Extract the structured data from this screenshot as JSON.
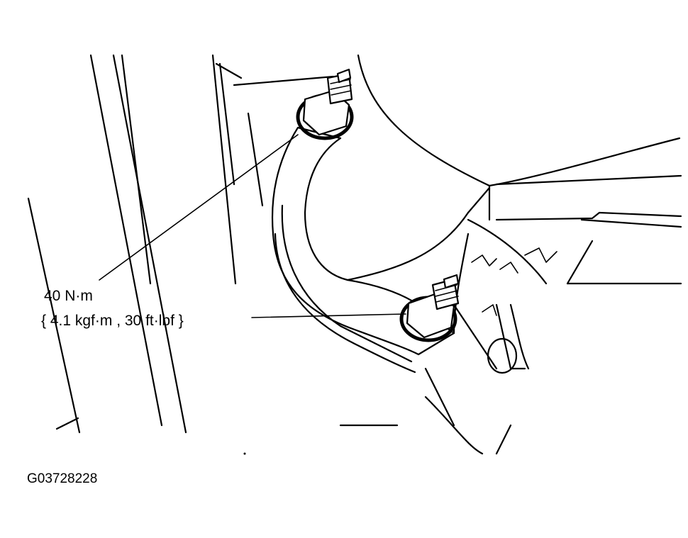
{
  "callout": {
    "torque_value": "40 N·m",
    "torque_conversions": "{ 4.1 kgf·m , 30 ft·lbf }"
  },
  "figure_id": "G03728228"
}
